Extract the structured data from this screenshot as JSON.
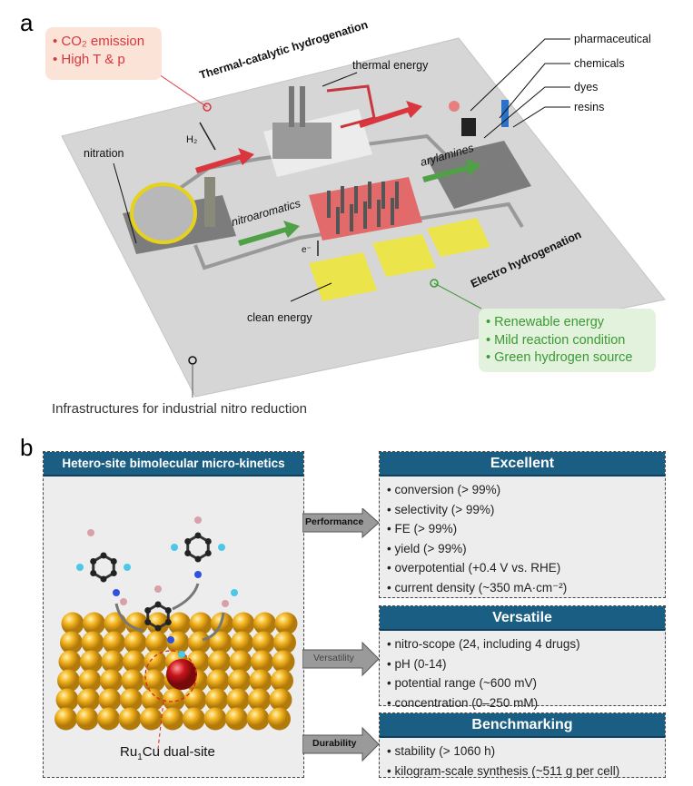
{
  "panel_a": {
    "label": "a",
    "red_callout": [
      "• CO₂ emission",
      "• High T & p"
    ],
    "green_callout": [
      "• Renewable energy",
      "• Mild reaction condition",
      "• Green hydrogen source"
    ],
    "thermal_title": "Thermal-catalytic hydrogenation",
    "electro_title": "Electro hydrogenation",
    "thermal_energy": "thermal energy",
    "h2": "H₂",
    "nitration": "nitration",
    "nitroaromatics": "nitroaromatics",
    "arylamines": "arylamines",
    "electron": "e⁻",
    "clean_energy": "clean energy",
    "products": [
      "pharmaceutical",
      "chemicals",
      "dyes",
      "resins"
    ],
    "caption": "Infrastructures for industrial nitro reduction"
  },
  "panel_b": {
    "label": "b",
    "left_title": "Hetero-site bimolecular micro-kinetics",
    "site_label_main": "Ru",
    "site_label_sub": "1",
    "site_label_rest": "Cu dual-site",
    "arrows": [
      "Performance",
      "Versatility",
      "Durability"
    ],
    "boxes": [
      {
        "title": "Excellent",
        "items": [
          "conversion (> 99%)",
          "selectivity (> 99%)",
          "FE (> 99%)",
          "yield (> 99%)",
          "overpotential (+0.4 V vs. RHE)",
          "current density (~350 mA·cm⁻²)"
        ]
      },
      {
        "title": "Versatile",
        "items": [
          "nitro-scope (24, including 4 drugs)",
          "pH (0-14)",
          "potential range (~600 mV)",
          "concentration (0–250 mM)"
        ]
      },
      {
        "title": "Benchmarking",
        "items": [
          "stability (> 1060 h)",
          "kilogram-scale synthesis (~511 g per cell)"
        ]
      }
    ]
  },
  "colors": {
    "header": "#1b5e83",
    "red": "#d9363e",
    "green": "#3b9a35",
    "gold": "#f2b320",
    "ru": "#c8141c"
  }
}
